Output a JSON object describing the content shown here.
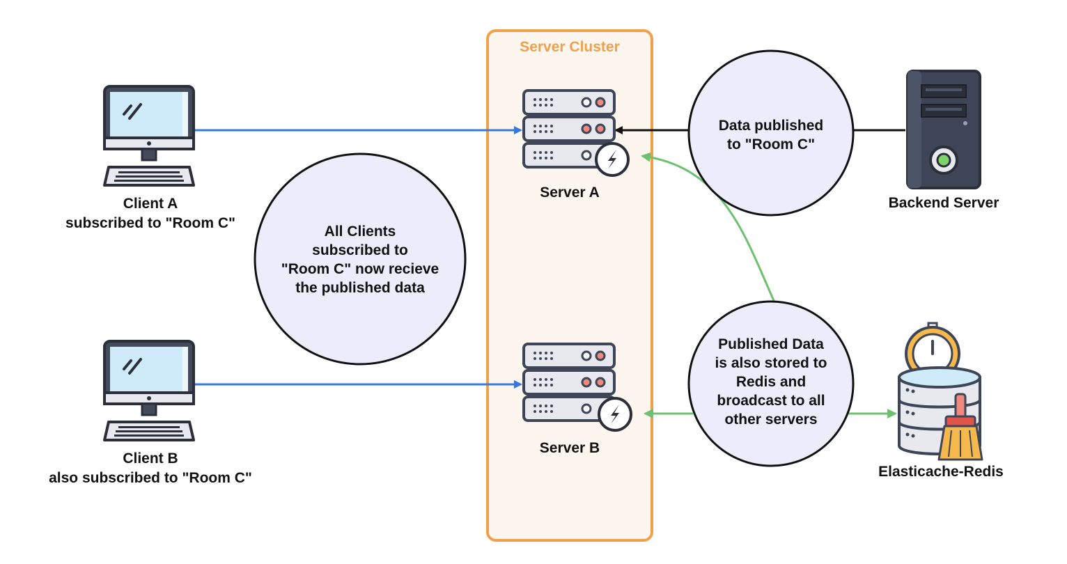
{
  "cluster": {
    "title": "Server Cluster"
  },
  "servers": {
    "server_a": "Server A",
    "server_b": "Server B",
    "backend": "Backend Server",
    "redis": "Elasticache-Redis"
  },
  "clients": {
    "client_a": {
      "line1": "Client A",
      "line2": "subscribed to \"Room C\""
    },
    "client_b": {
      "line1": "Client B",
      "line2": "also subscribed to \"Room C\""
    }
  },
  "notes": {
    "publish": [
      "Data published",
      "to \"Room C\""
    ],
    "broadcast": [
      "All Clients",
      "subscribed to",
      "\"Room C\" now recieve",
      "the published data"
    ],
    "redis": [
      "Published Data",
      "is also stored to",
      "Redis and",
      "broadcast to all",
      "other servers"
    ]
  },
  "colors": {
    "cluster_border": "#f0a04a",
    "cluster_fill": "#fdf6ee",
    "client_arrow": "#3a78d8",
    "redis_arrow": "#6cc070",
    "publish_arrow": "#111111",
    "note_fill": "#ececfb",
    "monitor_screen": "#cfeaf8",
    "server_body": "#3e4556"
  },
  "icons": {
    "client_a": "desktop-computer-icon",
    "client_b": "desktop-computer-icon",
    "server_a": "server-rack-icon",
    "server_b": "server-rack-icon",
    "socket": "socket-io-icon",
    "backend": "tower-server-icon",
    "redis": "redis-database-icon"
  }
}
